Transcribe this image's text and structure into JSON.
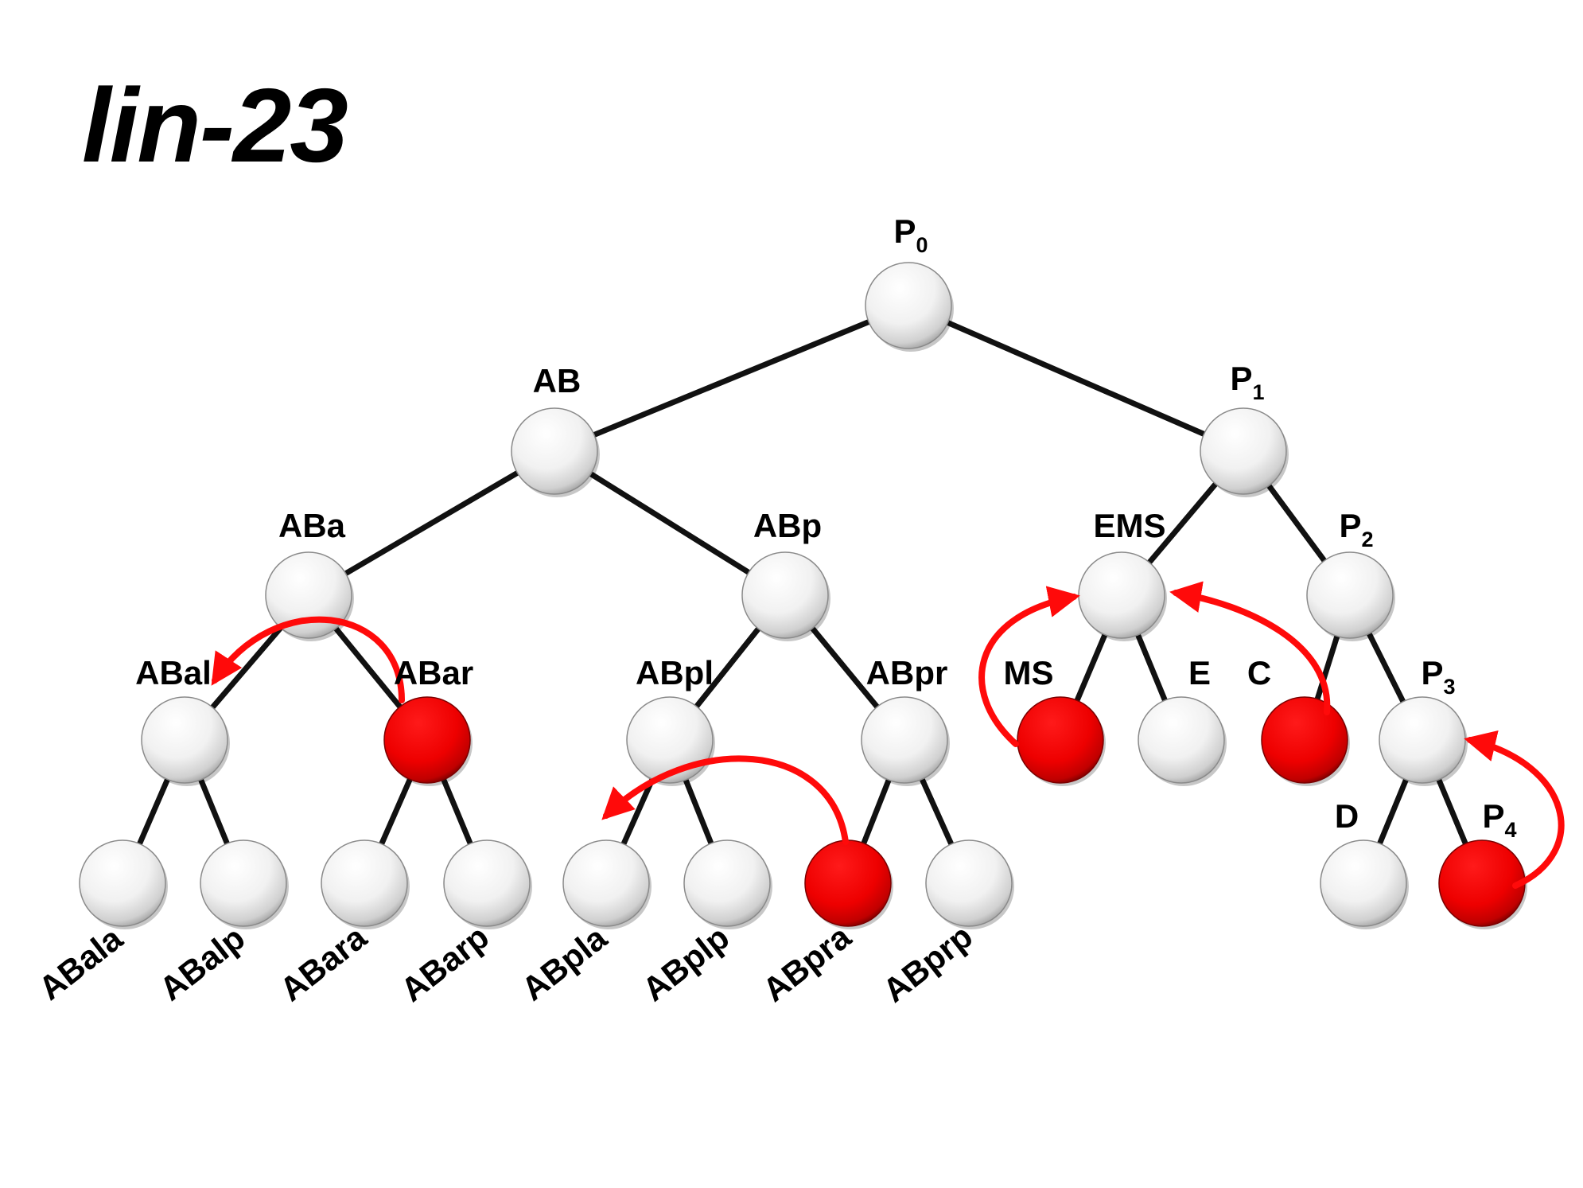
{
  "title": "lin-23",
  "colors": {
    "edge": "#111111",
    "arrow": "#ff0a0a",
    "node_default": "#f4f4f4",
    "node_highlight": "#ee0000"
  },
  "nodes": [
    {
      "id": "P0",
      "label": "P",
      "sub": "0",
      "highlighted": false
    },
    {
      "id": "AB",
      "label": "AB",
      "sub": "",
      "highlighted": false
    },
    {
      "id": "P1",
      "label": "P",
      "sub": "1",
      "highlighted": false
    },
    {
      "id": "ABa",
      "label": "ABa",
      "sub": "",
      "highlighted": false
    },
    {
      "id": "ABp",
      "label": "ABp",
      "sub": "",
      "highlighted": false
    },
    {
      "id": "EMS",
      "label": "EMS",
      "sub": "",
      "highlighted": false
    },
    {
      "id": "P2",
      "label": "P",
      "sub": "2",
      "highlighted": false
    },
    {
      "id": "ABal",
      "label": "ABal",
      "sub": "",
      "highlighted": false
    },
    {
      "id": "ABar",
      "label": "ABar",
      "sub": "",
      "highlighted": true
    },
    {
      "id": "ABpl",
      "label": "ABpl",
      "sub": "",
      "highlighted": false
    },
    {
      "id": "ABpr",
      "label": "ABpr",
      "sub": "",
      "highlighted": false
    },
    {
      "id": "MS",
      "label": "MS",
      "sub": "",
      "highlighted": true
    },
    {
      "id": "E",
      "label": "E",
      "sub": "",
      "highlighted": false
    },
    {
      "id": "C",
      "label": "C",
      "sub": "",
      "highlighted": true
    },
    {
      "id": "P3",
      "label": "P",
      "sub": "3",
      "highlighted": false
    },
    {
      "id": "ABala",
      "label": "ABala",
      "sub": "",
      "highlighted": false
    },
    {
      "id": "ABalp",
      "label": "ABalp",
      "sub": "",
      "highlighted": false
    },
    {
      "id": "ABara",
      "label": "ABara",
      "sub": "",
      "highlighted": false
    },
    {
      "id": "ABarp",
      "label": "ABarp",
      "sub": "",
      "highlighted": false
    },
    {
      "id": "ABpla",
      "label": "ABpla",
      "sub": "",
      "highlighted": false
    },
    {
      "id": "ABplp",
      "label": "ABplp",
      "sub": "",
      "highlighted": false
    },
    {
      "id": "ABpra",
      "label": "ABpra",
      "sub": "",
      "highlighted": true
    },
    {
      "id": "ABprp",
      "label": "ABprp",
      "sub": "",
      "highlighted": false
    },
    {
      "id": "D",
      "label": "D",
      "sub": "",
      "highlighted": false
    },
    {
      "id": "P4",
      "label": "P",
      "sub": "4",
      "highlighted": true
    }
  ],
  "edges": [
    [
      "P0",
      "AB"
    ],
    [
      "P0",
      "P1"
    ],
    [
      "AB",
      "ABa"
    ],
    [
      "AB",
      "ABp"
    ],
    [
      "P1",
      "EMS"
    ],
    [
      "P1",
      "P2"
    ],
    [
      "ABa",
      "ABal"
    ],
    [
      "ABa",
      "ABar"
    ],
    [
      "ABp",
      "ABpl"
    ],
    [
      "ABp",
      "ABpr"
    ],
    [
      "EMS",
      "MS"
    ],
    [
      "EMS",
      "E"
    ],
    [
      "P2",
      "C"
    ],
    [
      "P2",
      "P3"
    ],
    [
      "ABal",
      "ABala"
    ],
    [
      "ABal",
      "ABalp"
    ],
    [
      "ABar",
      "ABara"
    ],
    [
      "ABar",
      "ABarp"
    ],
    [
      "ABpl",
      "ABpla"
    ],
    [
      "ABpl",
      "ABplp"
    ],
    [
      "ABpr",
      "ABpra"
    ],
    [
      "ABpr",
      "ABprp"
    ],
    [
      "P3",
      "D"
    ],
    [
      "P3",
      "P4"
    ]
  ],
  "arrows": [
    {
      "from": "ABar",
      "to": "ABal"
    },
    {
      "from": "ABpra",
      "to": "ABpla"
    },
    {
      "from": "MS",
      "to": "EMS"
    },
    {
      "from": "C",
      "to": "EMS"
    },
    {
      "from": "P4",
      "to": "P3"
    }
  ]
}
